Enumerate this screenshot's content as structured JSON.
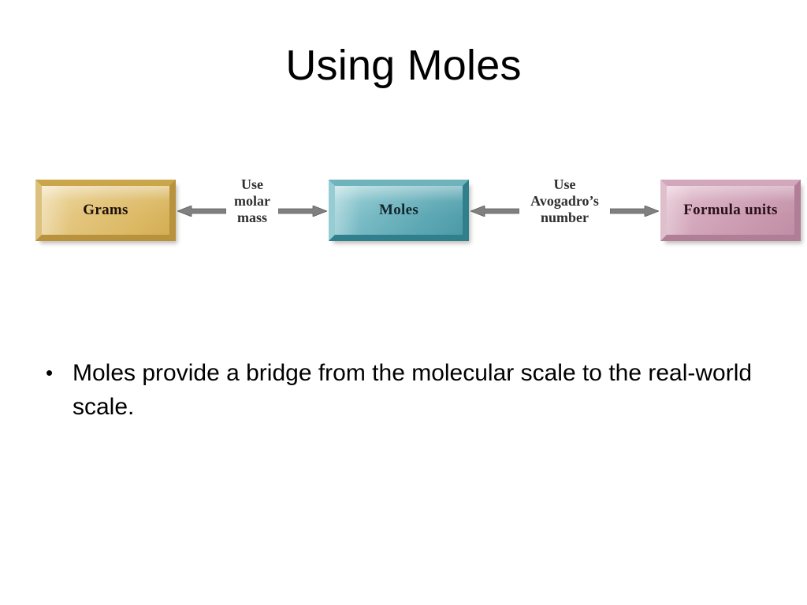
{
  "slide": {
    "title": "Using Moles",
    "background_color": "#FFFFFF"
  },
  "diagram": {
    "type": "flow",
    "boxes": [
      {
        "id": "grams",
        "label": "Grams",
        "fill_color": "#E3C57D",
        "border_color": "#B8923C"
      },
      {
        "id": "moles",
        "label": "Moles",
        "fill_color": "#5DA8B4",
        "border_color": "#2F7F8D"
      },
      {
        "id": "formula-units",
        "label": "Formula units",
        "fill_color": "#CE9BB2",
        "border_color": "#B07E96"
      }
    ],
    "connectors": [
      {
        "id": "molar-mass",
        "caption": "Use\nmolar\nmass",
        "left_arrow_direction": "left",
        "right_arrow_direction": "right",
        "arrow_color": "#808080",
        "from": "grams",
        "to": "moles"
      },
      {
        "id": "avogadro",
        "caption": "Use\nAvogadro’s\nnumber",
        "left_arrow_direction": "left",
        "right_arrow_direction": "right",
        "arrow_color": "#808080",
        "from": "moles",
        "to": "formula-units"
      }
    ]
  },
  "body": {
    "bullets": [
      {
        "marker": "•",
        "text": "Moles provide a bridge from the molecular scale to the real-world scale."
      }
    ]
  }
}
